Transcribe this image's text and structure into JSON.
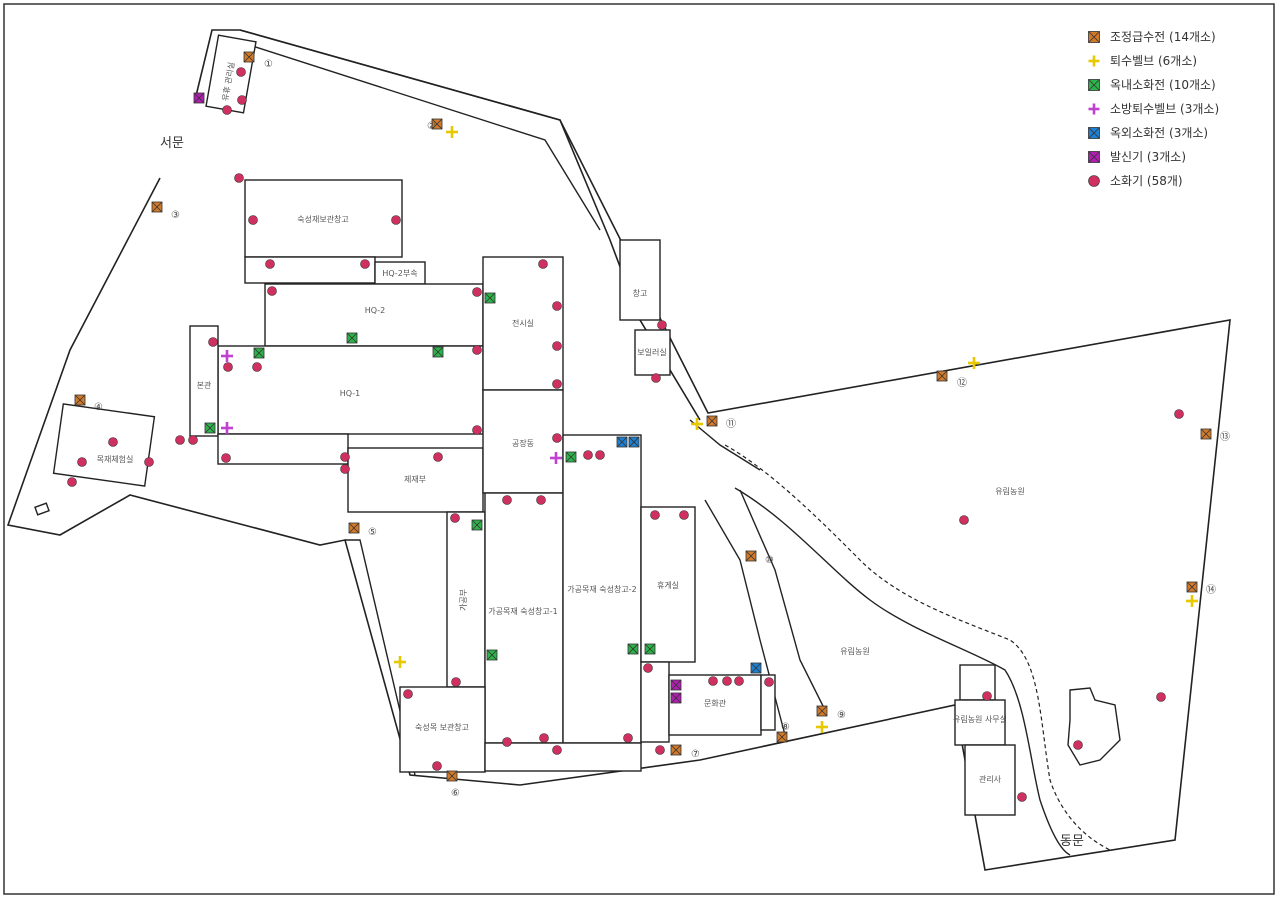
{
  "legend": [
    {
      "key": "hydrant_adjust",
      "label": "조정급수전 (14개소)",
      "color": "#d07a2a",
      "icon": "crossed-square"
    },
    {
      "key": "return_valve",
      "label": "퇴수벨브 (6개소)",
      "color": "#e8c800",
      "icon": "plus"
    },
    {
      "key": "indoor_hydrant",
      "label": "옥내소화전 (10개소)",
      "color": "#2db34a",
      "icon": "crossed-square"
    },
    {
      "key": "fire_return_valve",
      "label": "소방퇴수벨브 (3개소)",
      "color": "#c040d0",
      "icon": "plus"
    },
    {
      "key": "outdoor_hydrant",
      "label": "옥외소화전 (3개소)",
      "color": "#1f7fd0",
      "icon": "crossed-square"
    },
    {
      "key": "transmitter",
      "label": "발신기 (3개소)",
      "color": "#b020b0",
      "icon": "crossed-square"
    },
    {
      "key": "extinguisher",
      "label": "소화기 (58개)",
      "color": "#d03060",
      "icon": "circle"
    }
  ],
  "gates": {
    "west": "서문",
    "east": "동문"
  },
  "buildings": [
    {
      "id": "b1",
      "label": "숙성재보관창고"
    },
    {
      "id": "b2",
      "label": "HQ-2"
    },
    {
      "id": "b3",
      "label": "HQ-1"
    },
    {
      "id": "b4",
      "label": "본관"
    },
    {
      "id": "b5",
      "label": "전시실"
    },
    {
      "id": "b6",
      "label": "공장동"
    },
    {
      "id": "b7",
      "label": "제재부"
    },
    {
      "id": "b8",
      "label": "가공목재 숙성창고-1"
    },
    {
      "id": "b9",
      "label": "가공목재 숙성창고-2"
    },
    {
      "id": "b10",
      "label": "숙성목 보관창고"
    },
    {
      "id": "b11",
      "label": "문화관"
    },
    {
      "id": "b12",
      "label": "창고"
    },
    {
      "id": "b13",
      "label": "유휴 관리실"
    },
    {
      "id": "b14",
      "label": "목재체험실"
    },
    {
      "id": "b15",
      "label": "관리사"
    },
    {
      "id": "b16",
      "label": "보일러실"
    },
    {
      "id": "b17",
      "label": "HQ-2부속"
    },
    {
      "id": "b18",
      "label": "가공부"
    },
    {
      "id": "b19",
      "label": "휴게실"
    },
    {
      "id": "b20",
      "label": "유림농원 사무실"
    }
  ],
  "areas": [
    {
      "id": "a1",
      "label": "유림농원"
    },
    {
      "id": "a2",
      "label": "유림농원"
    }
  ],
  "numbers": [
    "①",
    "②",
    "③",
    "④",
    "⑤",
    "⑥",
    "⑦",
    "⑧",
    "⑨",
    "⑩",
    "⑪",
    "⑫",
    "⑬",
    "⑭"
  ]
}
